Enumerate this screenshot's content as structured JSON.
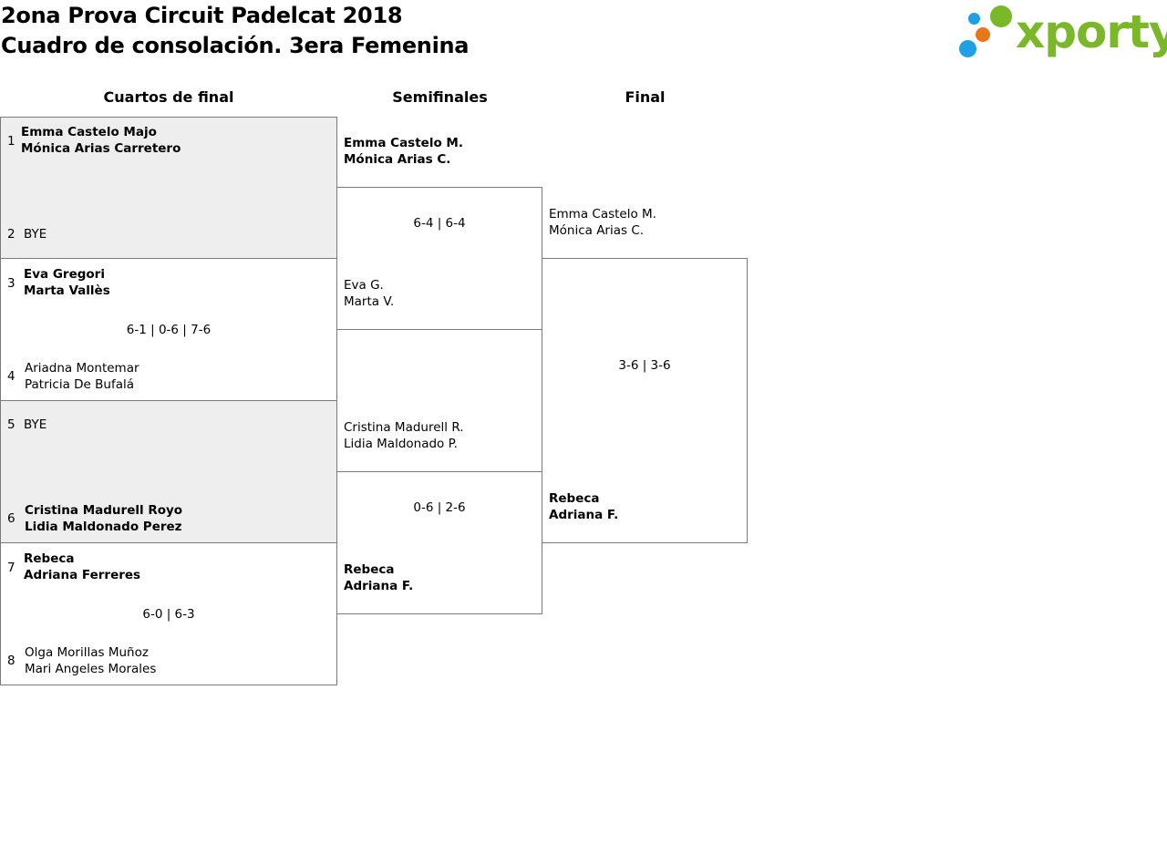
{
  "header": {
    "title_line1": "2ona Prova Circuit Padelcat 2018",
    "title_line2": "Cuadro de consolación. 3era Femenina"
  },
  "logo": {
    "text": "xporty",
    "colors": {
      "green": "#7ab829",
      "orange": "#e8761b",
      "blue": "#1ea0e3"
    }
  },
  "columns": {
    "quarterfinals": "Cuartos de final",
    "semifinals": "Semifinales",
    "final": "Final"
  },
  "quarterfinals": [
    {
      "top": {
        "seed": "1",
        "p1": "Emma Castelo Majo",
        "p2": "Mónica Arias Carretero"
      },
      "bottom": {
        "seed": "2",
        "p1": "BYE",
        "p2": ""
      },
      "score": "",
      "bye": true
    },
    {
      "top": {
        "seed": "3",
        "p1": "Eva Gregori",
        "p2": "Marta Vallès"
      },
      "bottom": {
        "seed": "4",
        "p1": "Ariadna Montemar",
        "p2": "Patricia De Bufalá"
      },
      "score": "6-1 | 0-6 | 7-6",
      "bye": false
    },
    {
      "top": {
        "seed": "5",
        "p1": "BYE",
        "p2": ""
      },
      "bottom": {
        "seed": "6",
        "p1": "Cristina Madurell Royo",
        "p2": "Lidia Maldonado Perez"
      },
      "score": "",
      "bye": true
    },
    {
      "top": {
        "seed": "7",
        "p1": "Rebeca",
        "p2": "Adriana Ferreres"
      },
      "bottom": {
        "seed": "8",
        "p1": "Olga Morillas Muñoz",
        "p2": "Mari Angeles Morales"
      },
      "score": "6-0 | 6-3",
      "bye": false
    }
  ],
  "semifinals": [
    {
      "top": {
        "p1": "Emma Castelo M.",
        "p2": "Mónica Arias C."
      },
      "bottom": {
        "p1": "Eva G.",
        "p2": "Marta V."
      },
      "score": "6-4 | 6-4"
    },
    {
      "top": {
        "p1": "Cristina Madurell R.",
        "p2": "Lidia Maldonado P."
      },
      "bottom": {
        "p1": "Rebeca",
        "p2": "Adriana F."
      },
      "score": "0-6 | 2-6"
    }
  ],
  "final": {
    "top": {
      "p1": "Emma Castelo M.",
      "p2": "Mónica Arias C."
    },
    "bottom": {
      "p1": "Rebeca",
      "p2": "Adriana F."
    },
    "score": "3-6 | 3-6"
  }
}
